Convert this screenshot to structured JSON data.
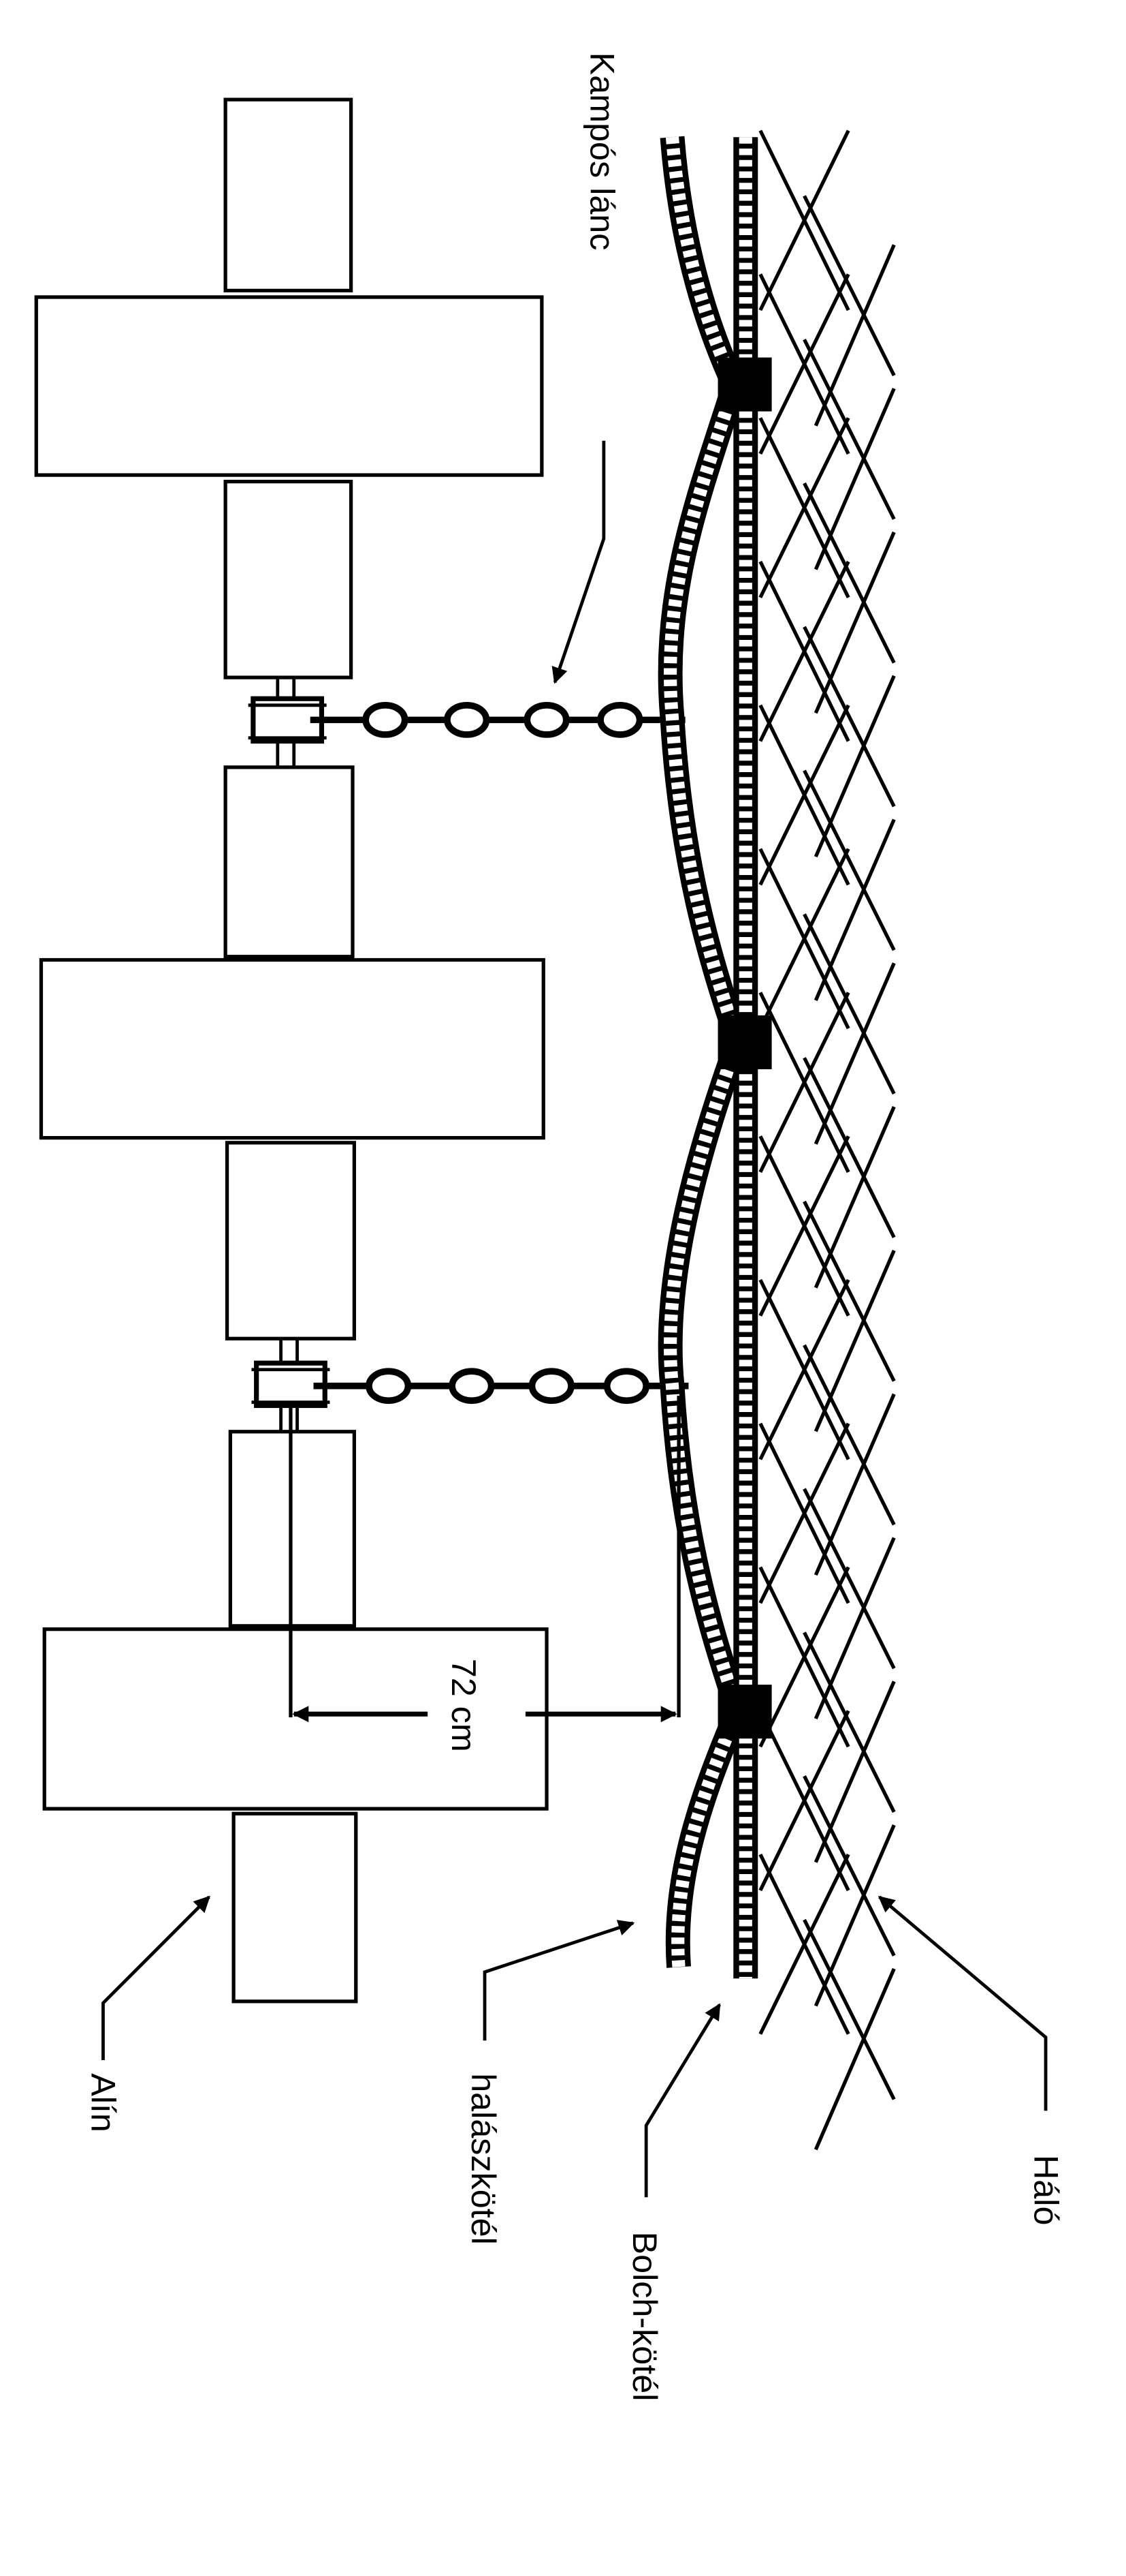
{
  "diagram": {
    "labels": {
      "kampos_lanc": "Kampós lánc",
      "alin": "Alín",
      "halaszkotel": "halászkötél",
      "bolch_kotel": "Bolch-kötél",
      "halo": "Háló",
      "distance": "72 cm"
    },
    "colors": {
      "ink": "#000000",
      "paper": "#ffffff"
    }
  }
}
